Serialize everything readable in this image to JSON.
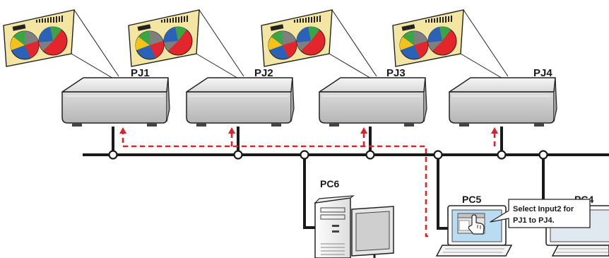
{
  "projectors": [
    {
      "label": "PJ1"
    },
    {
      "label": "PJ2"
    },
    {
      "label": "PJ3"
    },
    {
      "label": "PJ4"
    }
  ],
  "computers": {
    "pc6": {
      "label": "PC6"
    },
    "pc5": {
      "label": "PC5"
    },
    "pc4": {
      "label": "PC4"
    }
  },
  "callout": {
    "line1": "Select Input2 for",
    "line2": "PJ1 to PJ4."
  },
  "colors": {
    "network_line": "#1a1a1a",
    "command_path": "#d9232a",
    "screen_background": "#f3e6a2",
    "projector_body": "#e9e9e9",
    "laptop_screen": "#b9dcf2"
  },
  "icons": {
    "projector": "projector-icon",
    "screen": "projection-screen-icon",
    "desktop": "desktop-pc-icon",
    "laptop": "laptop-icon",
    "cursor": "hand-pointer-icon"
  }
}
